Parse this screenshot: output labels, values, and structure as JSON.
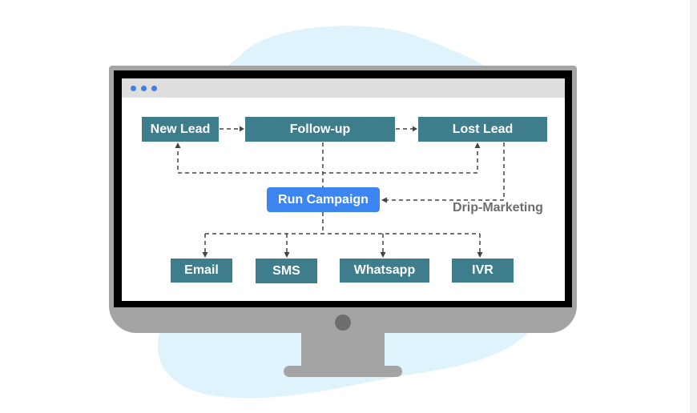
{
  "browser": {
    "dots": [
      "dot",
      "dot",
      "dot"
    ]
  },
  "diagram": {
    "nodes": {
      "new_lead": "New Lead",
      "follow_up": "Follow-up",
      "lost_lead": "Lost Lead",
      "run_campaign": "Run Campaign",
      "email": "Email",
      "sms": "SMS",
      "whatsapp": "Whatsapp",
      "ivr": "IVR"
    },
    "edge_labels": {
      "drip_marketing": "Drip-Marketing"
    }
  },
  "colors": {
    "node_fill": "#3e7d8c",
    "highlight_node_fill": "#3d86f2",
    "blob": "#dff3fc",
    "monitor": "#a4a4a4",
    "bezel": "#000000",
    "connector": "#444444"
  }
}
